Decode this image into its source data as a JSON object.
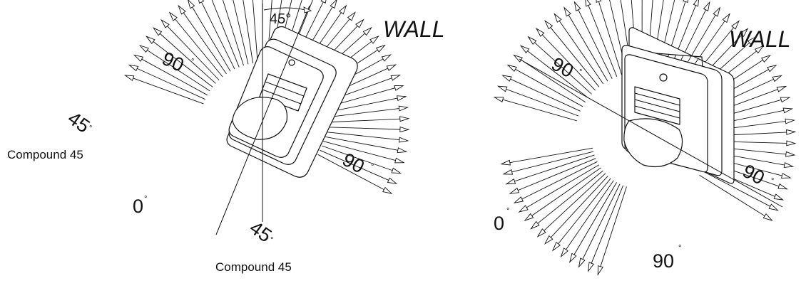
{
  "left_figure": {
    "wall_label": "WALL",
    "angle_top": "45°",
    "angle_upper_left": "90",
    "angle_upper_left_degree": "°",
    "angle_left": "45",
    "angle_left_degree": "°",
    "angle_right": "90",
    "angle_right_degree": "°",
    "angle_bottom_left": "0",
    "angle_bottom_left_degree": "°",
    "angle_bottom": "45",
    "angle_bottom_degree": "°",
    "caption_left": "Compound 45",
    "caption_bottom": "Compound 45"
  },
  "right_figure": {
    "wall_label": "WALL",
    "angle_upper_left": "90",
    "angle_upper_left_degree": "°",
    "angle_right": "90",
    "angle_right_degree": "°",
    "angle_bottom_left": "0",
    "angle_bottom_left_degree": "°",
    "angle_bottom": "90",
    "angle_bottom_degree": "°"
  }
}
